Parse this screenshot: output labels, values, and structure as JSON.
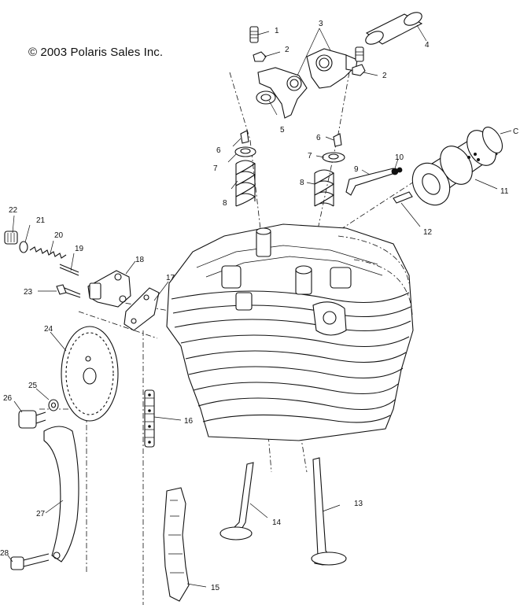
{
  "copyright": "© 2003 Polaris Sales Inc.",
  "callouts": {
    "c1": "1",
    "c2a": "2",
    "c2b": "2",
    "c3": "3",
    "c4": "4",
    "c5": "5",
    "c6a": "6",
    "c6b": "6",
    "c7a": "7",
    "c7b": "7",
    "c8a": "8",
    "c8b": "8",
    "c9": "9",
    "c10": "10",
    "c11": "11",
    "c12": "12",
    "c13": "13",
    "c14": "14",
    "c15": "15",
    "c16": "16",
    "c17": "17",
    "c18": "18",
    "c19": "19",
    "c20": "20",
    "c21": "21",
    "c22": "22",
    "c23": "23",
    "c24": "24",
    "c25": "25",
    "c26": "26",
    "c27": "27",
    "c28": "28",
    "cC": "C"
  }
}
